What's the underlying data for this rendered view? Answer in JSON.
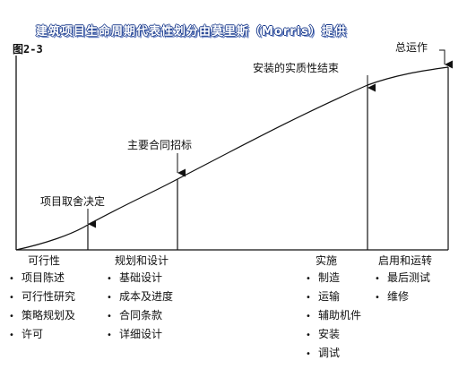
{
  "title": "建筑项目生命周期代表性划分由莫里斯（Morris）提供",
  "figure_label": "图2-3",
  "milestones": [
    {
      "label": "项目取舍决定"
    },
    {
      "label": "主要合同招标"
    },
    {
      "label": "安装的实质性结束"
    },
    {
      "label": "总运作"
    }
  ],
  "phases": [
    {
      "label": "可行性",
      "items": [
        "项目陈述",
        "可行性研究",
        "策略规划及",
        "许可"
      ]
    },
    {
      "label": "规划和设计",
      "items": [
        "基础设计",
        "成本及进度",
        "合同条款",
        "详细设计"
      ]
    },
    {
      "label": "实施",
      "items": [
        "制造",
        "运输",
        "辅助机件",
        "安装",
        "调试"
      ]
    },
    {
      "label": "启用和运转",
      "items": [
        "最后测试",
        "维修"
      ]
    }
  ]
}
